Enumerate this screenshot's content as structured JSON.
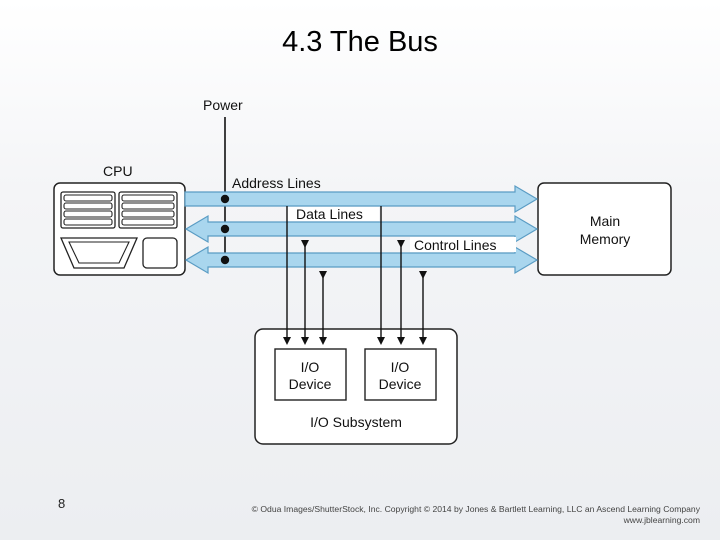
{
  "slide": {
    "title": "4.3 The Bus",
    "number": "8",
    "copyright_line1": "© Odua Images/ShutterStock, Inc. Copyright © 2014 by Jones & Bartlett Learning, LLC an Ascend Learning Company",
    "copyright_line2": "www.jblearning.com"
  },
  "diagram": {
    "power": "Power",
    "cpu": "CPU",
    "address_lines": "Address Lines",
    "data_lines": "Data Lines",
    "control_lines": "Control Lines",
    "main_memory_line1": "Main",
    "main_memory_line2": "Memory",
    "io_device_1_line1": "I/O",
    "io_device_1_line2": "Device",
    "io_device_2_line1": "I/O",
    "io_device_2_line2": "Device",
    "io_subsystem": "I/O Subsystem",
    "colors": {
      "bus_fill": "#a9d6ee",
      "bus_stroke": "#5a9cc4",
      "box_stroke": "#222222"
    }
  }
}
